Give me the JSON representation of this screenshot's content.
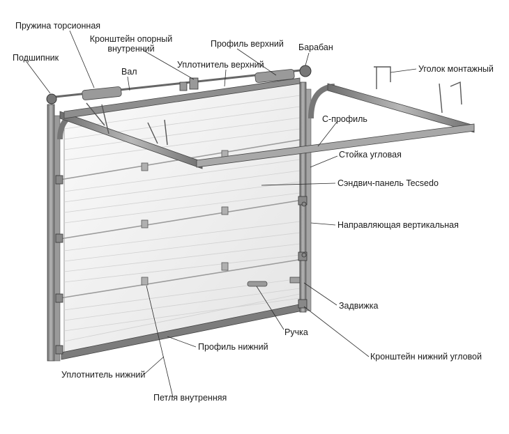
{
  "labels": {
    "torsion_spring": "Пружина торсионная",
    "bracket_internal_1": "Кронштейн опорный",
    "bracket_internal_2": "внутренний",
    "top_profile": "Профиль верхний",
    "drum": "Барабан",
    "bearing": "Подшипник",
    "shaft": "Вал",
    "top_seal": "Уплотнитель верхний",
    "mounting_angle": "Уголок монтажный",
    "c_profile": "С-профиль",
    "corner_post": "Стойка угловая",
    "sandwich_panel": "Сэндвич-панель Tecsedo",
    "vertical_guide": "Направляющая вертикальная",
    "latch": "Задвижка",
    "handle": "Ручка",
    "bottom_profile": "Профиль нижний",
    "bottom_corner_bracket": "Кронштейн нижний угловой",
    "bottom_seal": "Уплотнитель нижний",
    "inner_hinge": "Петля внутренняя"
  },
  "colors": {
    "frame": "#8c8c8c",
    "frame_dark": "#5a5a5a",
    "panel": "#f2f2f2",
    "panel_line": "#d2d2d2",
    "leader": "#2a2a2a",
    "text": "#1a1a1a"
  }
}
